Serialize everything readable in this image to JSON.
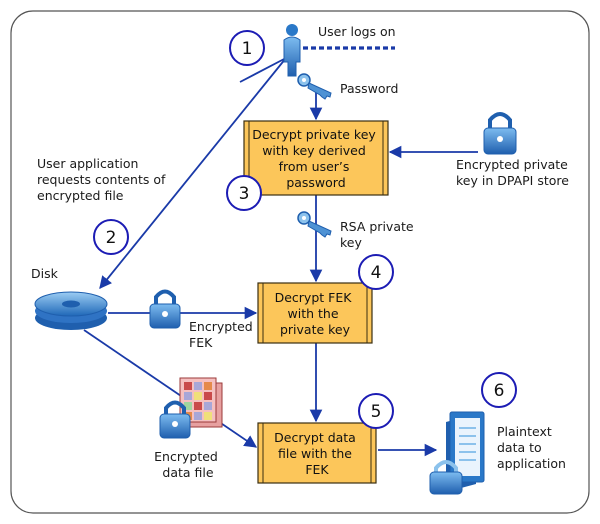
{
  "colors": {
    "arrow": "#1a3aa8",
    "circle_stroke": "#1c1cb4",
    "box_fill": "#fcc65a",
    "box_border": "#3a2e10",
    "frame": "#555555",
    "icon_blue": "#2a78c8",
    "icon_light": "#8cc2ec"
  },
  "steps": [
    {
      "number": "1"
    },
    {
      "number": "2"
    },
    {
      "number": "3"
    },
    {
      "number": "4"
    },
    {
      "number": "5"
    },
    {
      "number": "6"
    }
  ],
  "boxes": [
    {
      "lines": [
        "Decrypt private key",
        "with key derived",
        "from user’s",
        "password"
      ]
    },
    {
      "lines": [
        "Decrypt FEK",
        "with the",
        "private key"
      ]
    },
    {
      "lines": [
        "Decrypt data",
        "file with the",
        "FEK"
      ]
    }
  ],
  "labels": {
    "user_logs_on": "User logs on",
    "password": "Password",
    "user_app": [
      "User application",
      "requests contents of",
      "encrypted file"
    ],
    "encrypted_private_key": [
      "Encrypted private",
      "key in DPAPI store"
    ],
    "rsa_private_key": [
      "RSA private",
      "key"
    ],
    "disk": "Disk",
    "encrypted_fek": [
      "Encrypted",
      "FEK"
    ],
    "encrypted_data_file": [
      "Encrypted",
      "data file"
    ],
    "plaintext": [
      "Plaintext",
      "data to",
      "application"
    ]
  }
}
